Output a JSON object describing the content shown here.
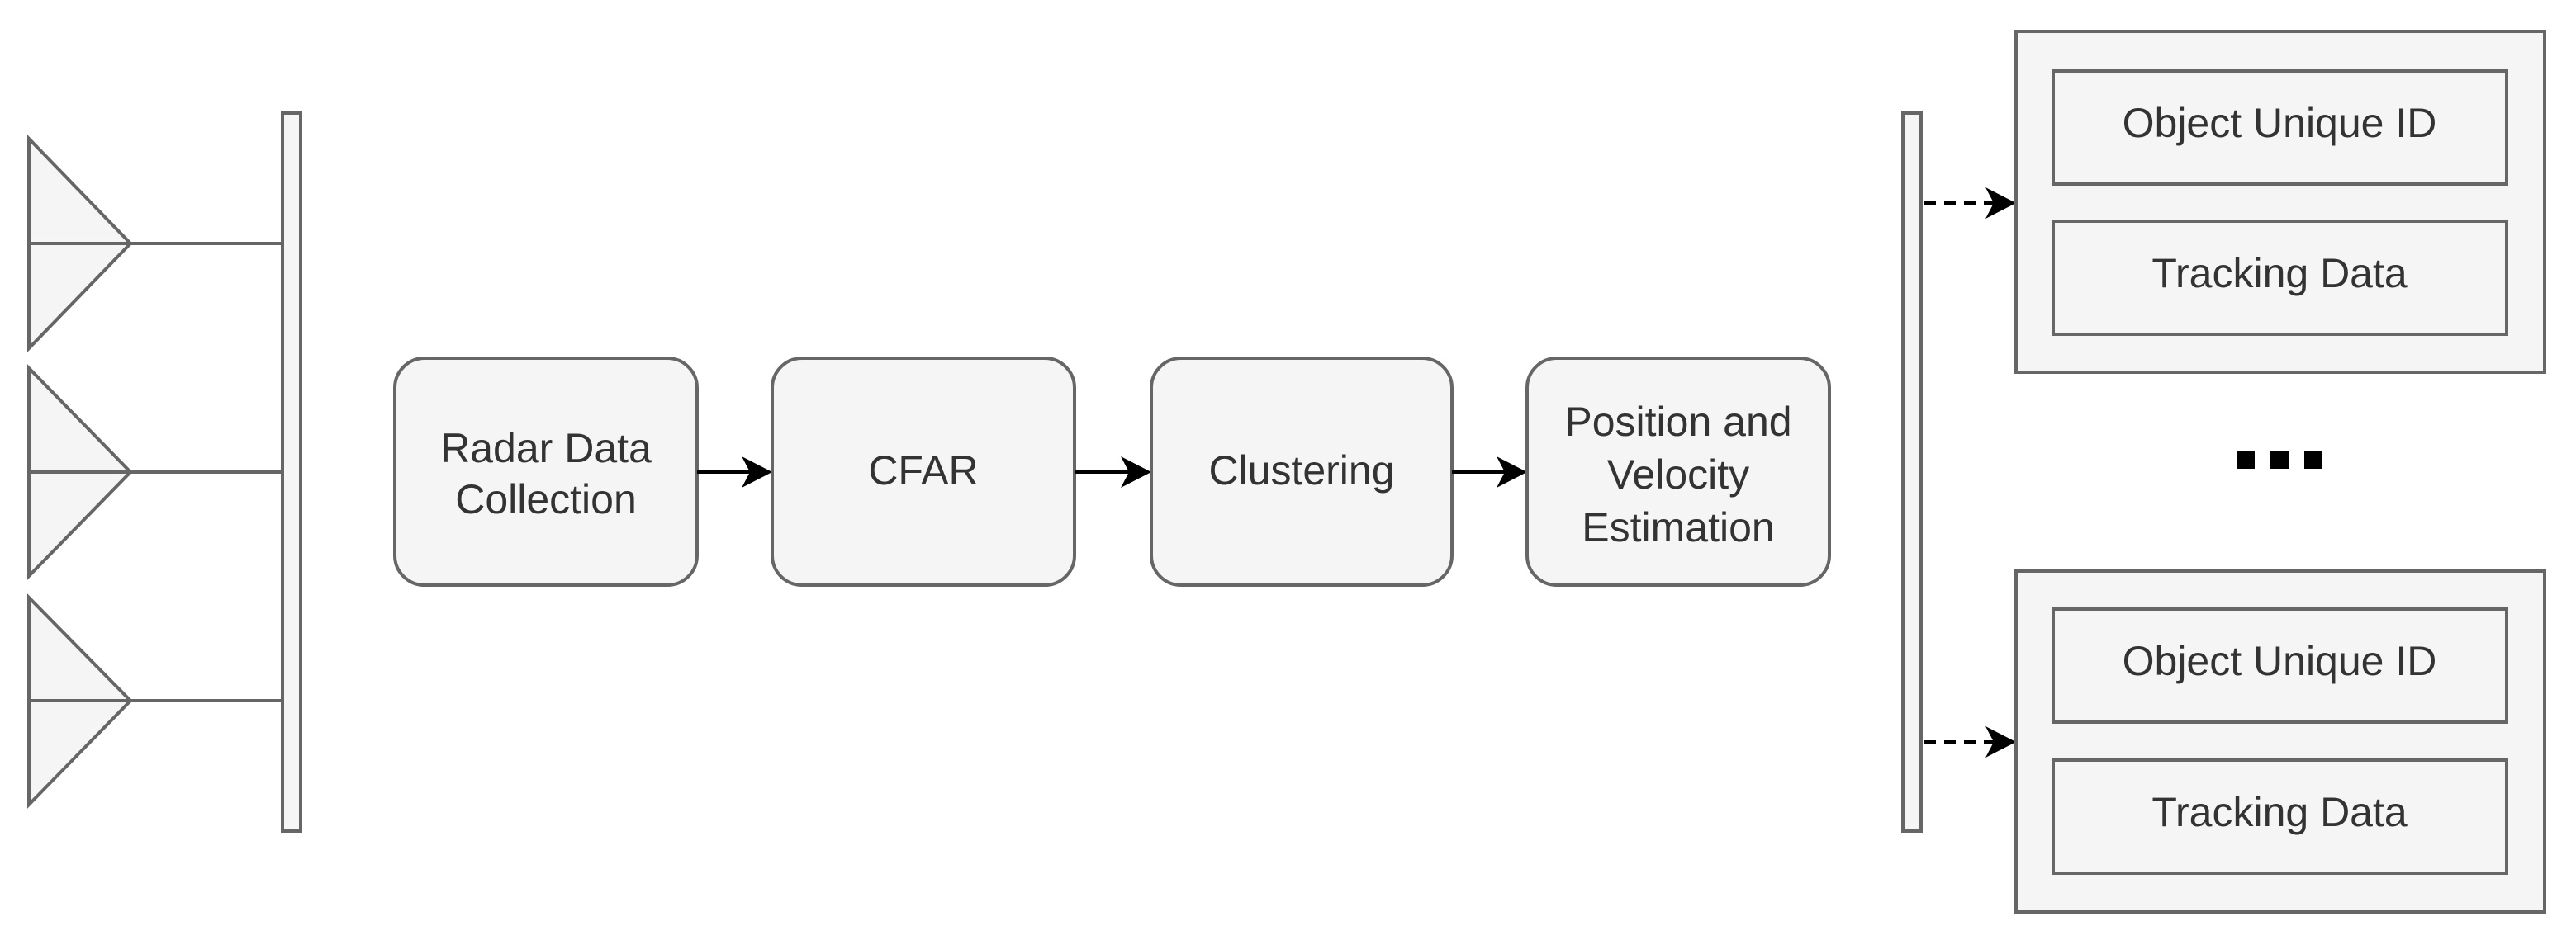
{
  "pipeline": {
    "steps": [
      {
        "lines": [
          "Radar Data",
          "Collection"
        ]
      },
      {
        "lines": [
          "CFAR"
        ]
      },
      {
        "lines": [
          "Clustering"
        ]
      },
      {
        "lines": [
          "Position and",
          "Velocity",
          "Estimation"
        ]
      }
    ]
  },
  "outputs": {
    "objects": [
      {
        "id_label": "Object Unique ID",
        "tracking_label": "Tracking Data"
      },
      {
        "id_label": "Object Unique ID",
        "tracking_label": "Tracking Data"
      }
    ]
  },
  "colors": {
    "shape_fill": "#f5f5f5",
    "shape_stroke": "#666666",
    "text": "#333333",
    "arrow": "#000000"
  }
}
